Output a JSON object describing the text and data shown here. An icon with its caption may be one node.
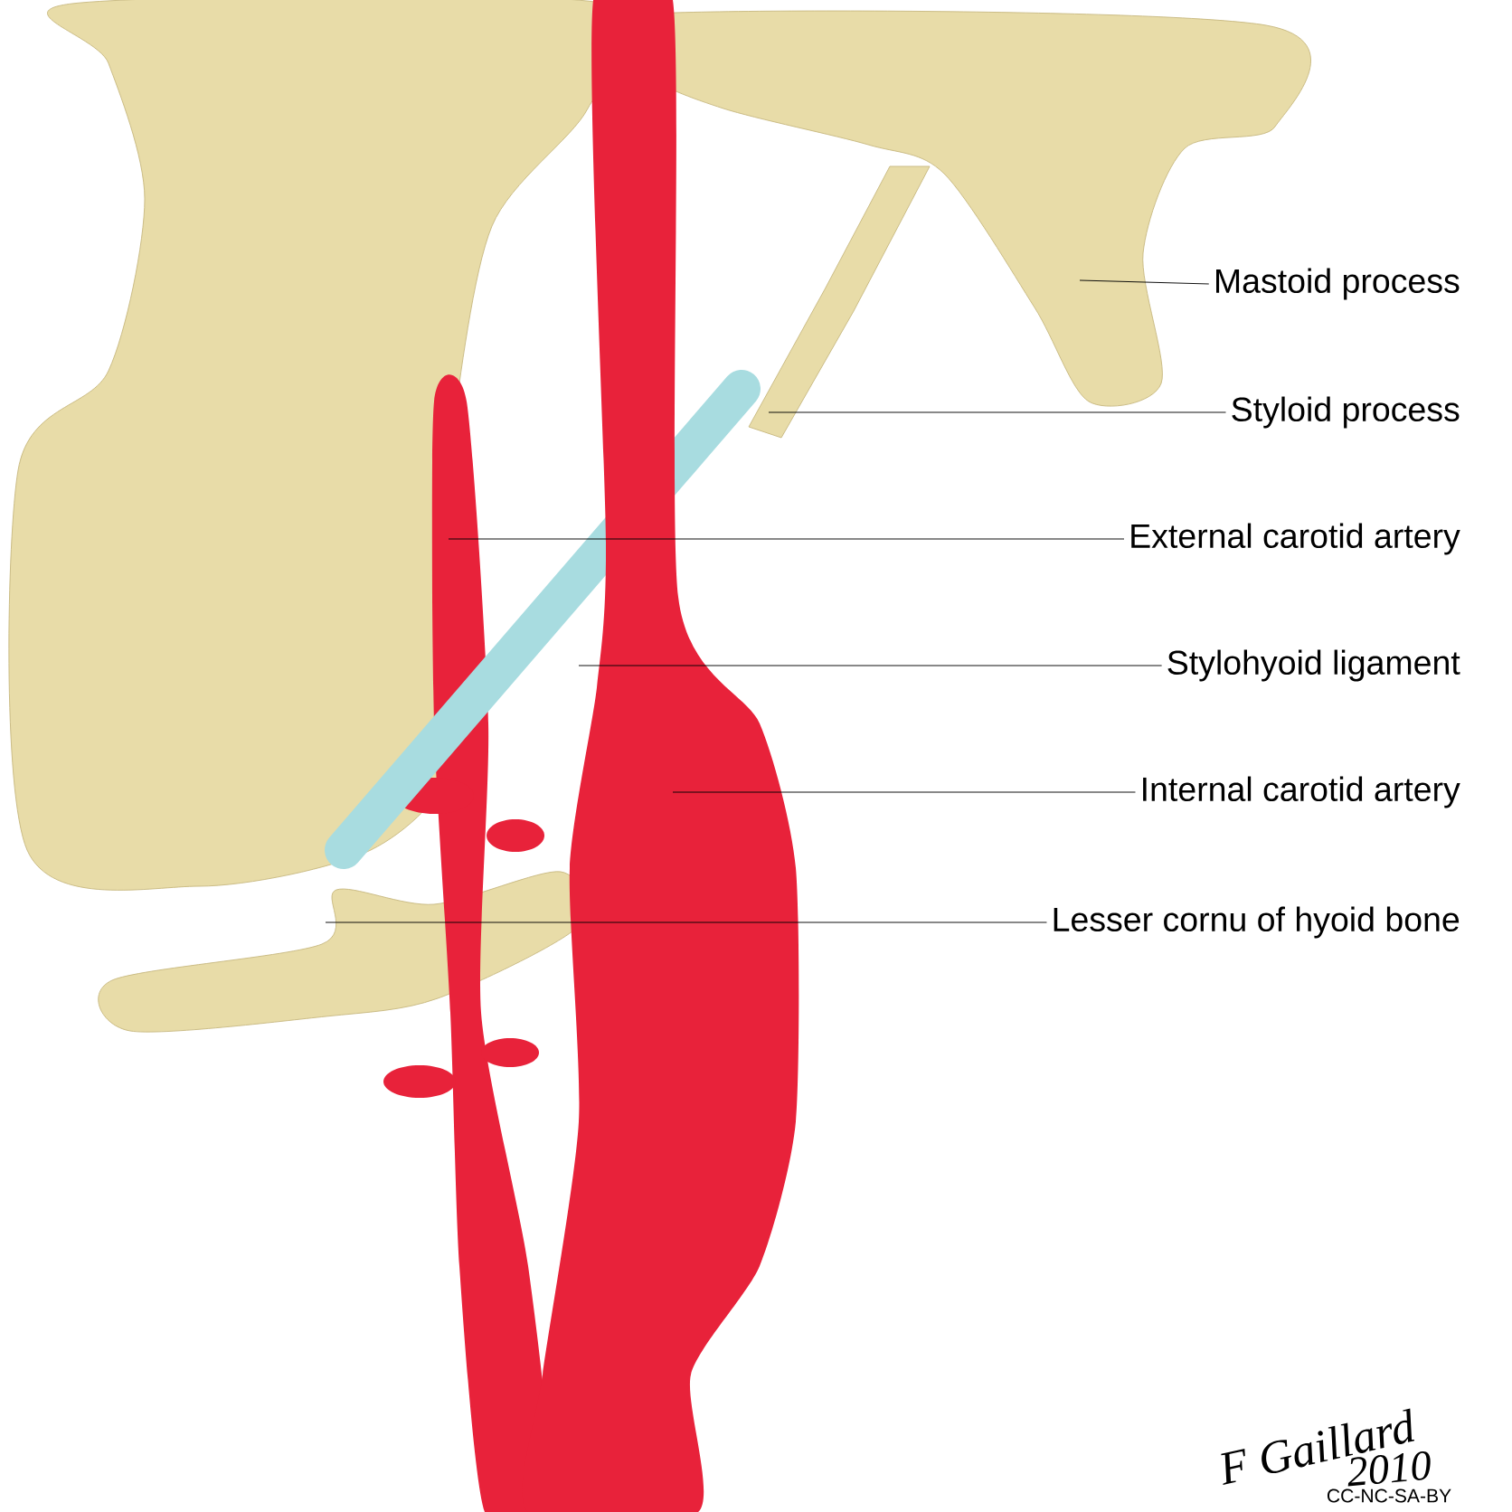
{
  "diagram": {
    "nodes": [
      {
        "text": [
          "Mastoid process"
        ]
      },
      {
        "text": [
          "Styloid process"
        ]
      },
      {
        "text": [
          "External carotid artery"
        ]
      },
      {
        "text": [
          "Stylohyoid ligament"
        ]
      },
      {
        "text": [
          "Internal carotid artery"
        ]
      },
      {
        "text": [
          "Lesser cornu of hyoid bone"
        ]
      }
    ],
    "edges": [
      {
        "from": 0,
        "to": null,
        "arrow": "none"
      },
      {
        "from": 1,
        "to": null,
        "arrow": "none"
      },
      {
        "from": 2,
        "to": null,
        "arrow": "none"
      },
      {
        "from": 3,
        "to": null,
        "arrow": "none"
      },
      {
        "from": 4,
        "to": null,
        "arrow": "none"
      },
      {
        "from": 5,
        "to": null,
        "arrow": "none"
      }
    ],
    "labels": [
      "F Gaillard",
      "2010",
      "CC-NC-SA-BY"
    ]
  }
}
